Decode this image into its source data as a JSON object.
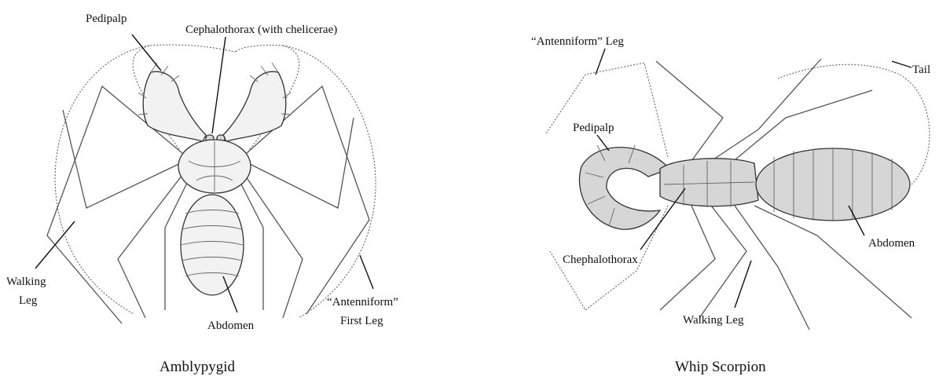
{
  "amblypygid": {
    "caption": "Amblypygid",
    "labels": {
      "pedipalp": "Pedipalp",
      "cephalothorax": "Cephalothorax (with chelicerae)",
      "walking_leg_1": "Walking",
      "walking_leg_2": "Leg",
      "abdomen": "Abdomen",
      "antenniform_1": "“Antenniform”",
      "antenniform_2": "First Leg"
    }
  },
  "whip_scorpion": {
    "caption": "Whip Scorpion",
    "labels": {
      "antenniform": "“Antenniform” Leg",
      "tail": "Tail",
      "pedipalp": "Pedipalp",
      "chephalothorax": "Chephalothorax",
      "walking_leg": "Walking Leg",
      "abdomen": "Abdomen"
    }
  }
}
